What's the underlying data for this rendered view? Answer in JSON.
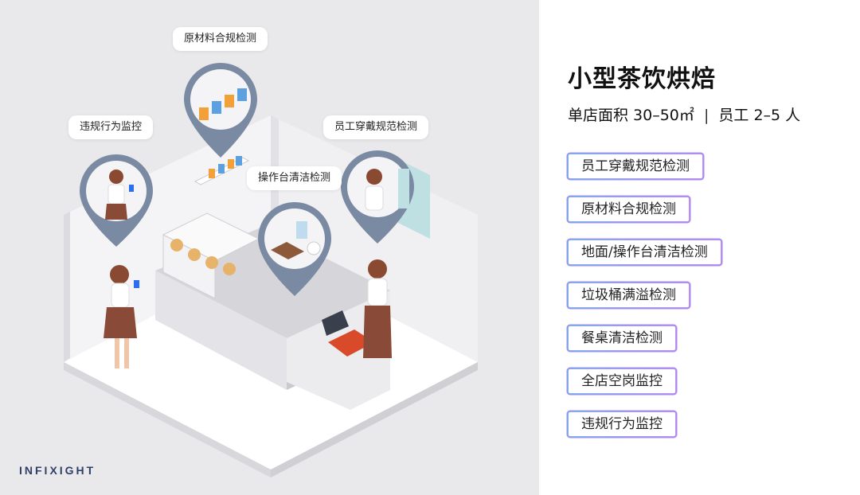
{
  "brand": {
    "logo_text": "INFIXIGHT"
  },
  "callouts": {
    "raw_material": "原材料合规检测",
    "violation": "违规行为监控",
    "attire": "员工穿戴规范检测",
    "workbench": "操作台清洁检测"
  },
  "info": {
    "title": "小型茶饮烘焙",
    "area_label": "单店面积 30–50㎡",
    "divider": "|",
    "staff_label": "员工 2–5 人"
  },
  "features": [
    {
      "label": "员工穿戴规范检测"
    },
    {
      "label": "原材料合规检测"
    },
    {
      "label": "地面/操作台清洁检测"
    },
    {
      "label": "垃圾桶满溢检测"
    },
    {
      "label": "餐桌清洁检测"
    },
    {
      "label": "全店空岗监控"
    },
    {
      "label": "违规行为监控"
    }
  ],
  "colors": {
    "panel_bg": "#e9e9eb",
    "pin": "#7b8aa3",
    "gradient_start": "#5fc6e8",
    "gradient_end": "#c58ef0"
  }
}
